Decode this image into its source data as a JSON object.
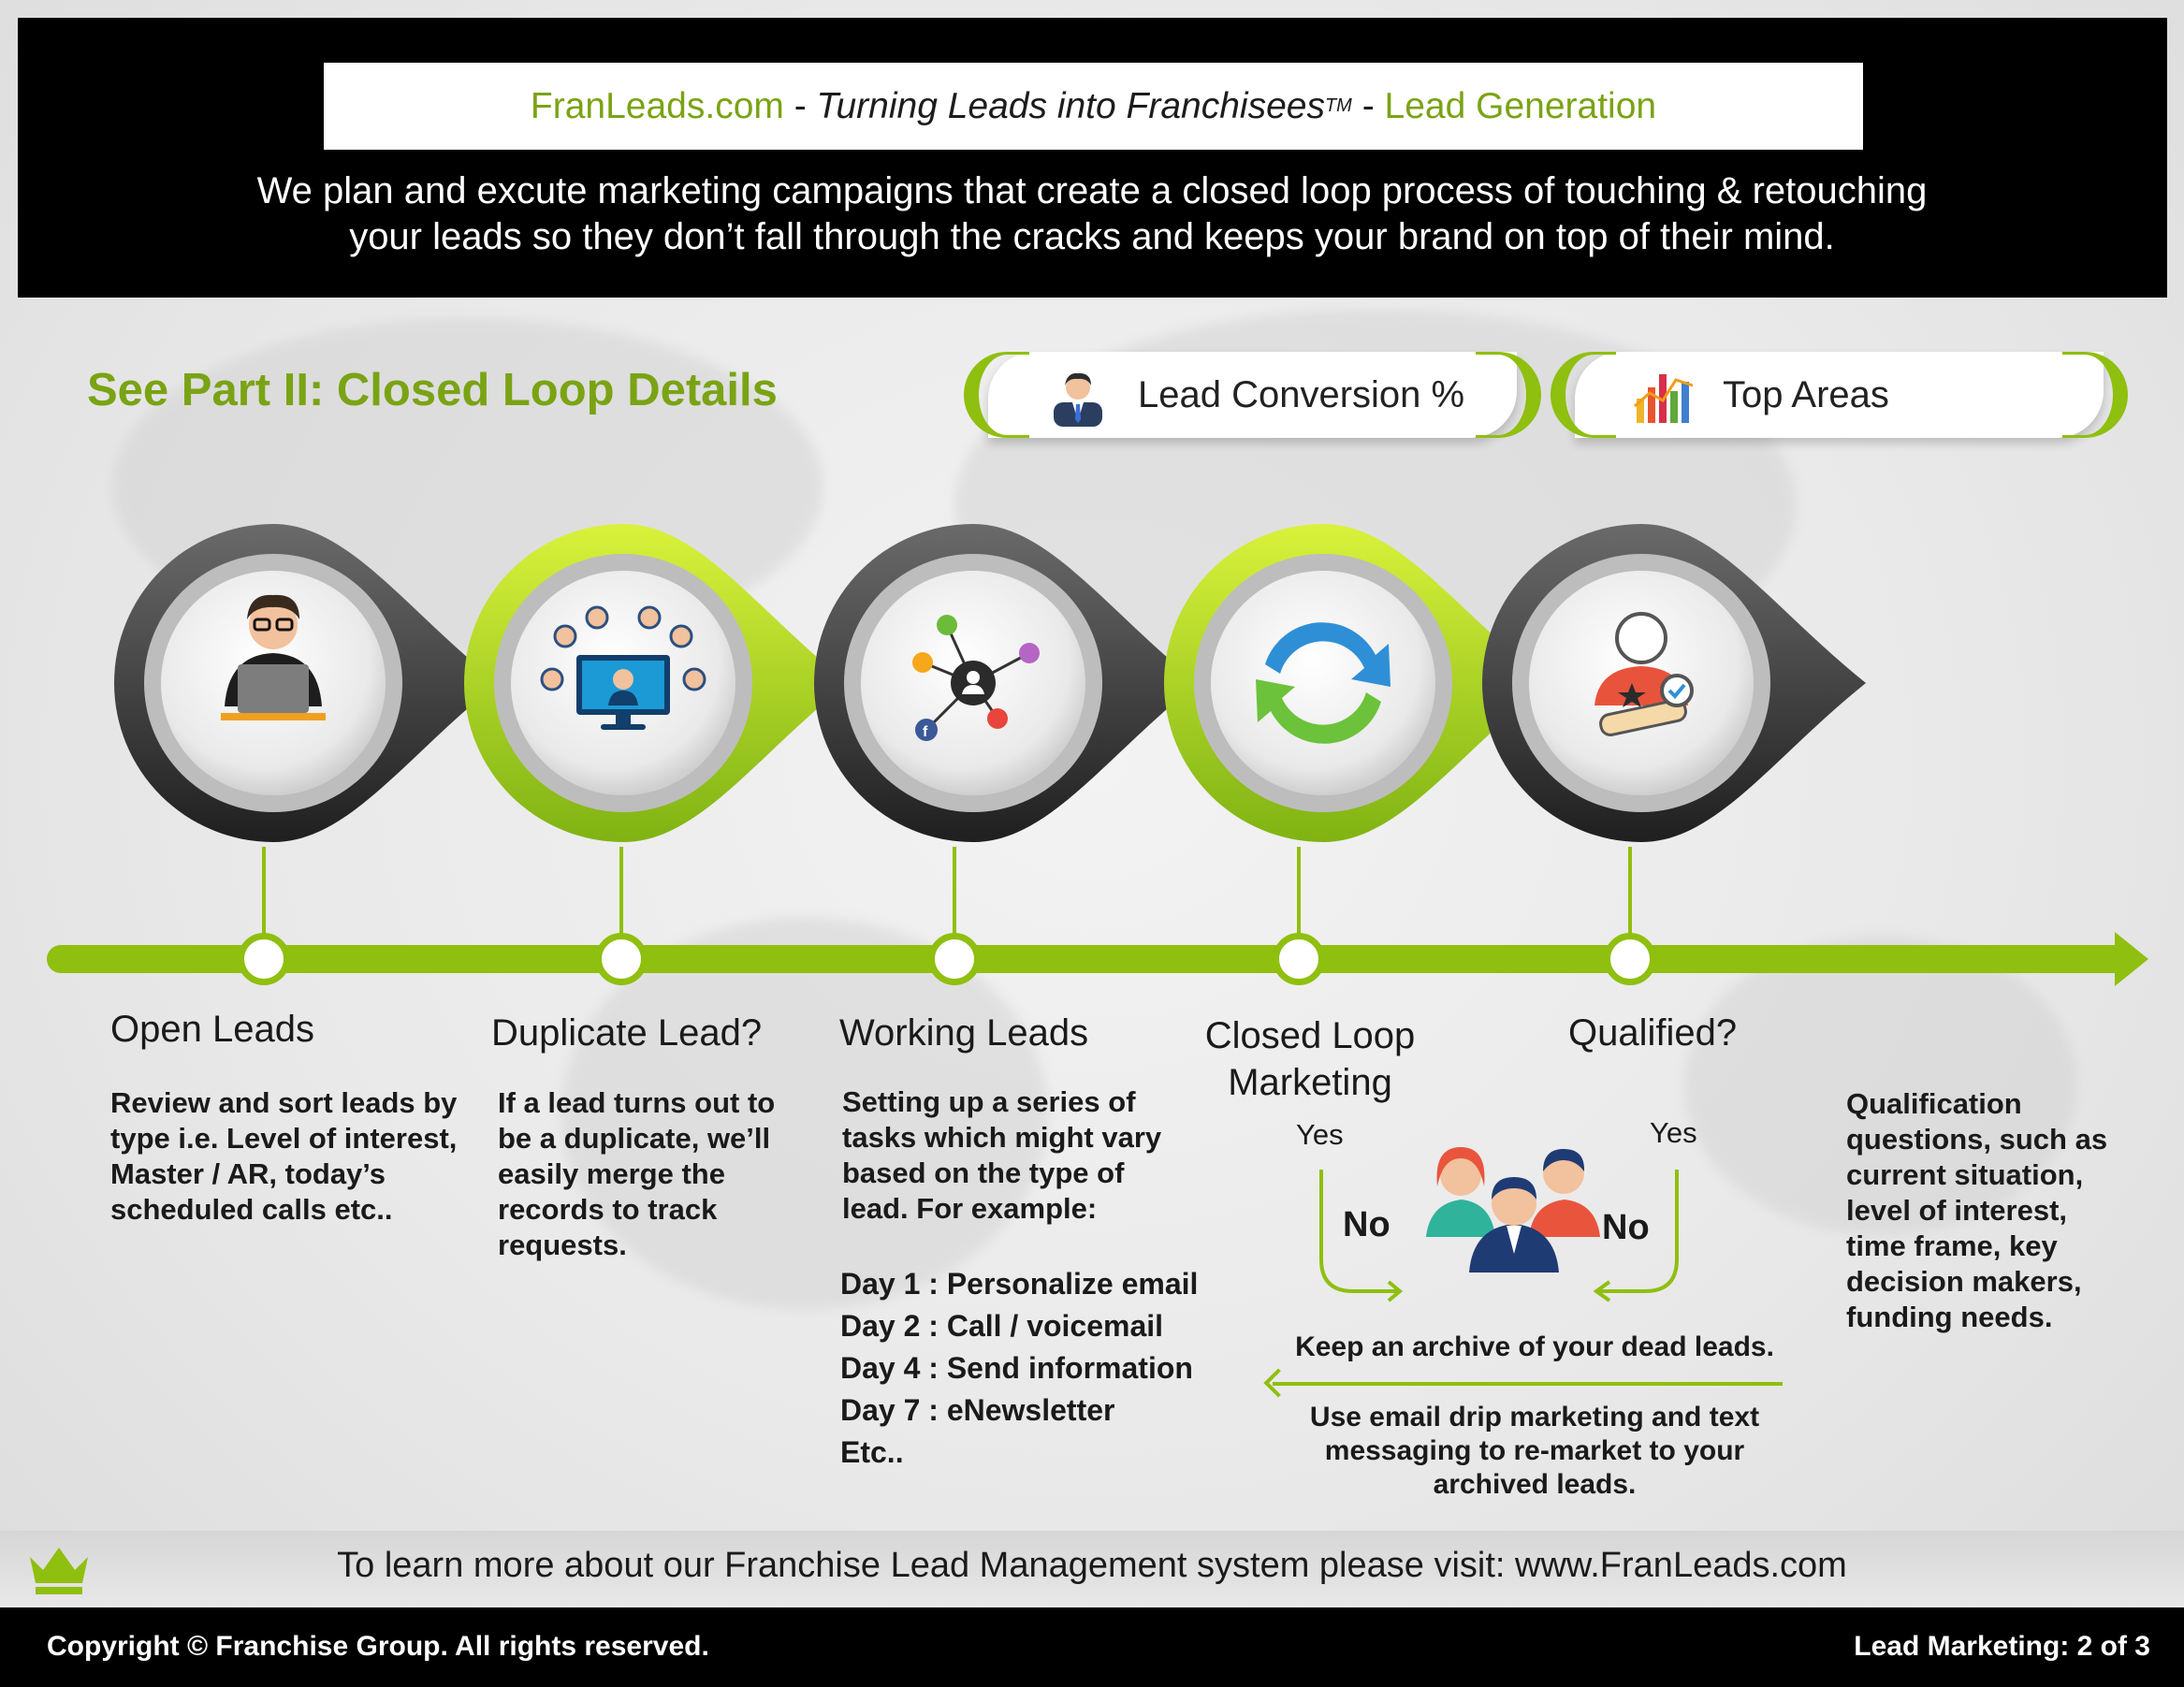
{
  "header": {
    "title_brand": "FranLeads.com",
    "title_sep1": " - ",
    "title_tagline": "Turning Leads into Franchisees",
    "title_tm": "TM",
    "title_sep2": " - ",
    "title_section": "Lead Generation",
    "intro_line1": "We plan and excute marketing campaigns that create a closed loop process of touching & retouching",
    "intro_line2": "your leads so they don’t fall through the cracks and keeps your brand on top of their mind."
  },
  "part_link": "See Part II: Closed Loop Details",
  "pills": [
    {
      "label": "Lead Conversion %",
      "icon": "businessman-icon"
    },
    {
      "label": "Top Areas",
      "icon": "bar-chart-icon"
    }
  ],
  "steps": [
    {
      "title": "Open Leads",
      "icon": "person-laptop-icon",
      "desc": [
        "Review and sort leads by",
        "type i.e. Level of interest,",
        "Master / AR, today’s",
        "scheduled calls etc.."
      ]
    },
    {
      "title": "Duplicate Lead?",
      "icon": "network-monitor-icon",
      "desc": [
        "If a lead turns out to",
        "be a duplicate, we’ll",
        "easily merge the",
        "records to track",
        "requests."
      ]
    },
    {
      "title": "Working Leads",
      "icon": "social-network-icon",
      "desc": [
        "Setting up a series of",
        "tasks which might vary",
        "based on the type of",
        "lead. For example:"
      ],
      "tasks": [
        "Day 1 : Personalize email",
        "Day 2 : Call / voicemail",
        "Day 4 : Send information",
        "Day 7 : eNewsletter",
        "Etc.."
      ]
    },
    {
      "title_line1": "Closed Loop",
      "title_line2": "Marketing",
      "icon": "refresh-arrows-icon",
      "yes_label": "Yes",
      "no_label": "No",
      "note1": "Keep an archive of your dead leads.",
      "note2": [
        "Use email drip marketing and text",
        "messaging to re-market to your",
        "archived leads."
      ]
    },
    {
      "title": "Qualified?",
      "icon": "certificate-person-icon",
      "yes_label": "Yes",
      "no_label": "No",
      "desc": [
        "Qualification",
        "questions, such as",
        "current situation,",
        "level of interest,",
        "time frame, key",
        "decision makers,",
        "funding needs."
      ]
    }
  ],
  "footer": {
    "message": "To learn more about our Franchise Lead Management system please visit: www.FranLeads.com",
    "copyright": "Copyright © Franchise Group. All rights reserved.",
    "page_label": "Lead Marketing: 2 of 3"
  },
  "colors": {
    "accent_green": "#8fbf0f",
    "title_green": "#7aa314",
    "dark_ring": "#2b2b2b"
  }
}
